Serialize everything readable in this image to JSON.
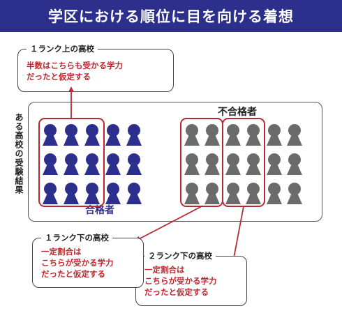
{
  "title": "学区における順位に目を向ける着想",
  "side_label": "ある高校の受験結果",
  "groups": {
    "passed_label": "合格者",
    "failed_label": "不合格者"
  },
  "callouts": {
    "one_up": {
      "title": "１ランク上の高校",
      "text": "半数はこちらも受かる学力\nだったと仮定する"
    },
    "one_down": {
      "title": "１ランク下の高校",
      "text": "一定割合は\nこちらが受かる学力\nだったと仮定する"
    },
    "two_down": {
      "title": "２ランク下の高校",
      "text": "一定割合は\nこちらが受かる学力\nだったと仮定する"
    }
  },
  "grid": {
    "passed_columns": 5,
    "failed_columns": 6,
    "rows": 3
  },
  "colors": {
    "banner": "#2d2f8c",
    "passed": "#2d2f8c",
    "failed": "#6b6b6b",
    "highlight": "#b52a31",
    "callout_text": "#c0262d"
  }
}
